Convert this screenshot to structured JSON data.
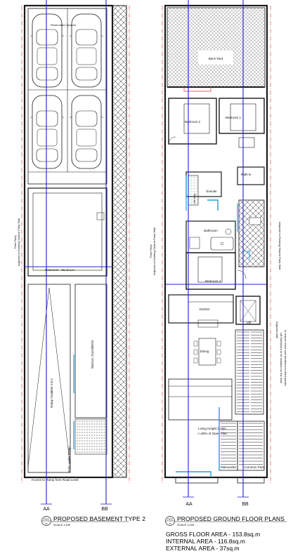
{
  "basement": {
    "label_reservation_spaces": "Reservation Spaces",
    "label_reservoir": "Reservoir - 56.4cu.m",
    "label_ramp": "Ramp Gradient 1:6.2",
    "label_store": "DOMESTIC STORE",
    "label_stairs": "Stairs under Ramp",
    "label_access": "Access to Ramp from Road Level",
    "label_party_wall_1": "Third Party",
    "label_party_wall_2": "Adjacent to Existing Shared Party Wall",
    "section_a": "AA",
    "section_b": "BB",
    "drawing_no": "PP1",
    "drawing_sub": "00",
    "title": "PROPOSED BASEMENT TYPE 2",
    "scale": "SCALE 1:100"
  },
  "ground": {
    "label_back_yard": "Back Yard",
    "label_bedroom2": "Bedroom 2",
    "label_bedroom1": "Bedroom 1",
    "label_walkin": "Walk-in",
    "label_ensuite": "Ensuite",
    "label_lift_way": "Lift Way",
    "label_bathroom": "Bathroom",
    "label_bedroom3": "Bedroom 3",
    "label_kitchen": "Kitchen",
    "label_lift": "Lift",
    "label_dining": "Dining",
    "label_living": "Living Height 2.10m",
    "label_open_plan": "<=80% of Open Plan",
    "label_maisonette": "Maisonette",
    "label_common_pass": "Common Pass",
    "label_party_wall_1": "Third Party",
    "label_party_wall_2": "Adjacent to Existing Shared Party Wall",
    "label_right_1": "Adjacent to Existing Shared Party Wall",
    "label_lift_note_1": "Adjacent Wall",
    "label_lift_note_2": "Lift Machinery to be installed on the level",
    "label_lift_note_3": "to reduce noise and vibrations to third parties",
    "section_a": "AA",
    "section_b": "BB",
    "drawing_no": "PP2",
    "drawing_sub": "00",
    "title": "PROPOSED GROUND FLOOR PLANS",
    "scale": "SCALE 1:100",
    "gross_area": "GROSS FLOOR AREA - 153.8sq.m",
    "internal_area": "INTERNAL AREA    - 116.8sq.m",
    "external_area": "EXTERNAL AREA  - 37sq.m"
  },
  "colors": {
    "line": "#1a1a1a",
    "section_line": "#2020c8",
    "boundary": "#d23232",
    "water": "#20a0d8"
  }
}
